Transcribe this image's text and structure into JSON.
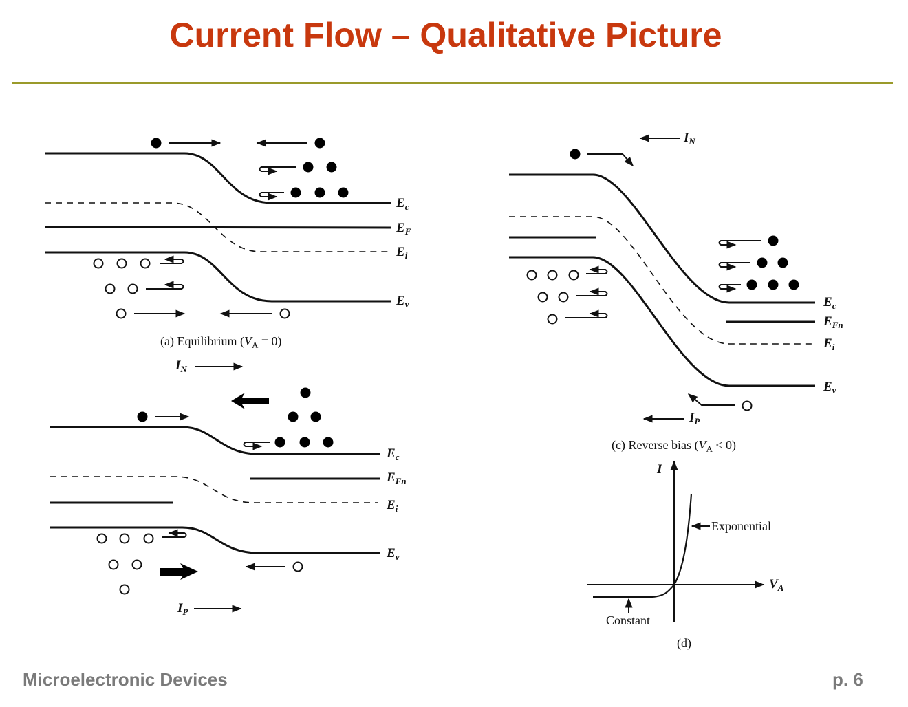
{
  "title": "Current Flow – Qualitative Picture",
  "footer": {
    "left": "Microelectronic Devices",
    "right": "p. 6"
  },
  "panel_a": {
    "caption": "(a) Equilibrium (V_A = 0)",
    "caption_pre": "(a) Equilibrium (",
    "caption_var": "V",
    "caption_sub": "A",
    "caption_post": " = 0)",
    "labels": {
      "ec": "Ec",
      "ef": "EF",
      "ei": "Ei",
      "ev": "Ev"
    }
  },
  "panel_b": {
    "in_label": "I",
    "in_sub": "N",
    "ip_label": "I",
    "ip_sub": "P",
    "labels": {
      "ec": "Ec",
      "efn": "EFn",
      "ei": "Ei",
      "ev": "Ev"
    }
  },
  "panel_c": {
    "caption_pre": "(c) Reverse bias (",
    "caption_var": "V",
    "caption_sub": "A",
    "caption_post": " < 0)",
    "in_label": "I",
    "in_sub": "N",
    "ip_label": "I",
    "ip_sub": "P",
    "labels": {
      "ec": "Ec",
      "efn": "EFn",
      "ei": "Ei",
      "ev": "Ev"
    }
  },
  "panel_d": {
    "caption": "(d)",
    "y_axis": "I",
    "x_axis": "V",
    "x_sub": "A",
    "exponential": "Exponential",
    "constant": "Constant"
  }
}
